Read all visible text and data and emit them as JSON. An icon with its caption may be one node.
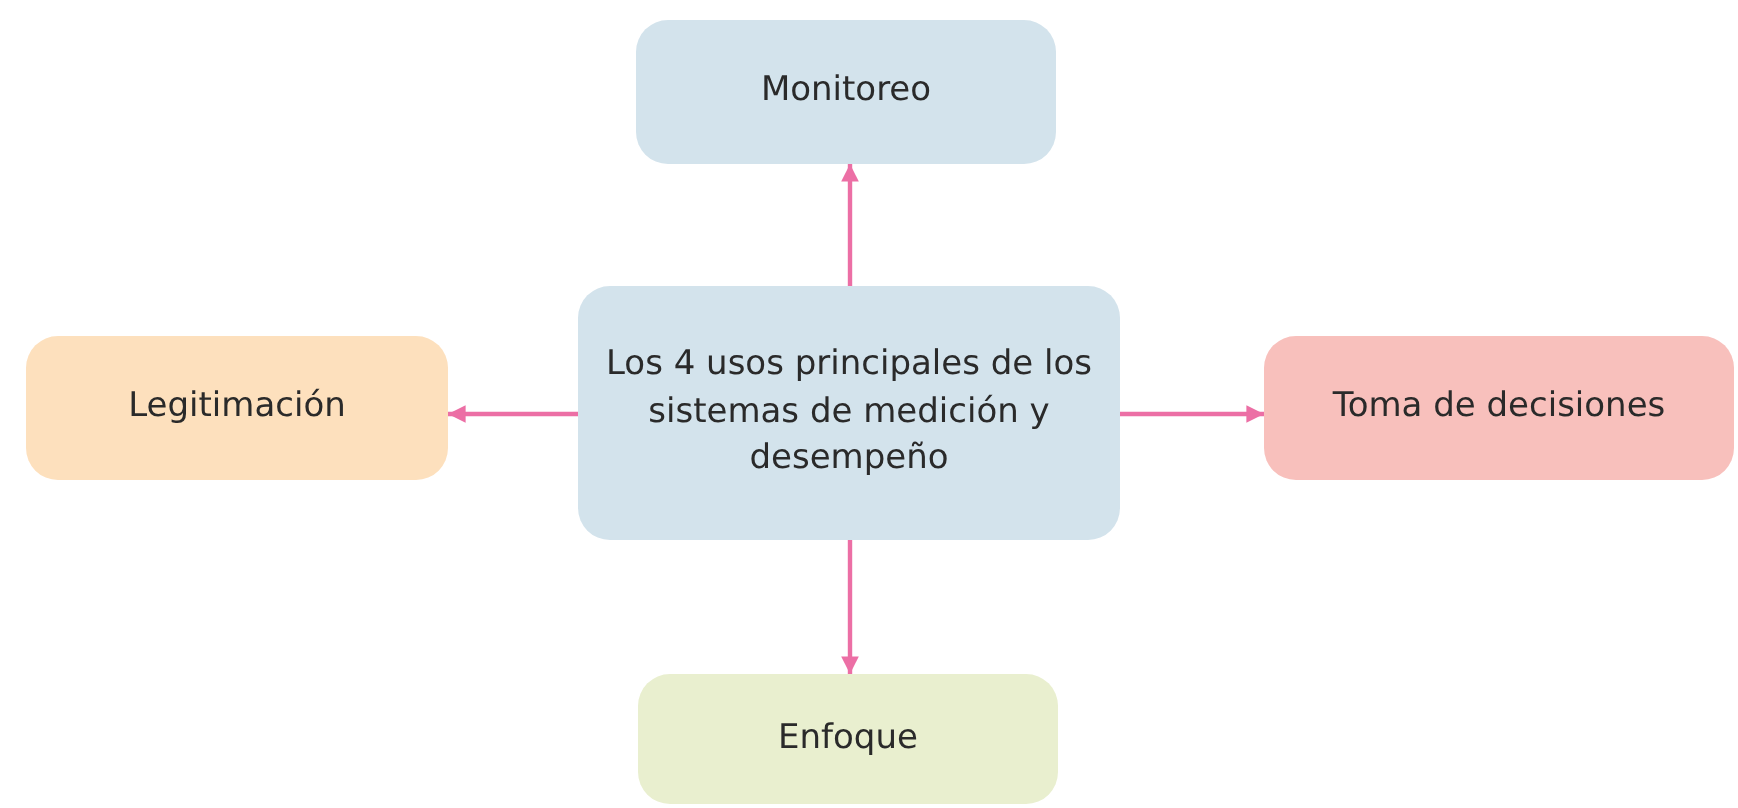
{
  "diagram": {
    "nodes": [
      {
        "text": [
          "Monitoreo"
        ]
      },
      {
        "text": [
          "Los 4 usos principales de los sistemas de medición y desempeño"
        ]
      },
      {
        "text": [
          "Legitimación"
        ]
      },
      {
        "text": [
          "Toma de decisiones"
        ]
      },
      {
        "text": [
          "Enfoque"
        ]
      }
    ],
    "edges": [
      {
        "from": 1,
        "to": 0,
        "arrow": "to"
      },
      {
        "from": 1,
        "to": 2,
        "arrow": "to"
      },
      {
        "from": 1,
        "to": 3,
        "arrow": "to"
      },
      {
        "from": 1,
        "to": 4,
        "arrow": "to"
      }
    ]
  }
}
